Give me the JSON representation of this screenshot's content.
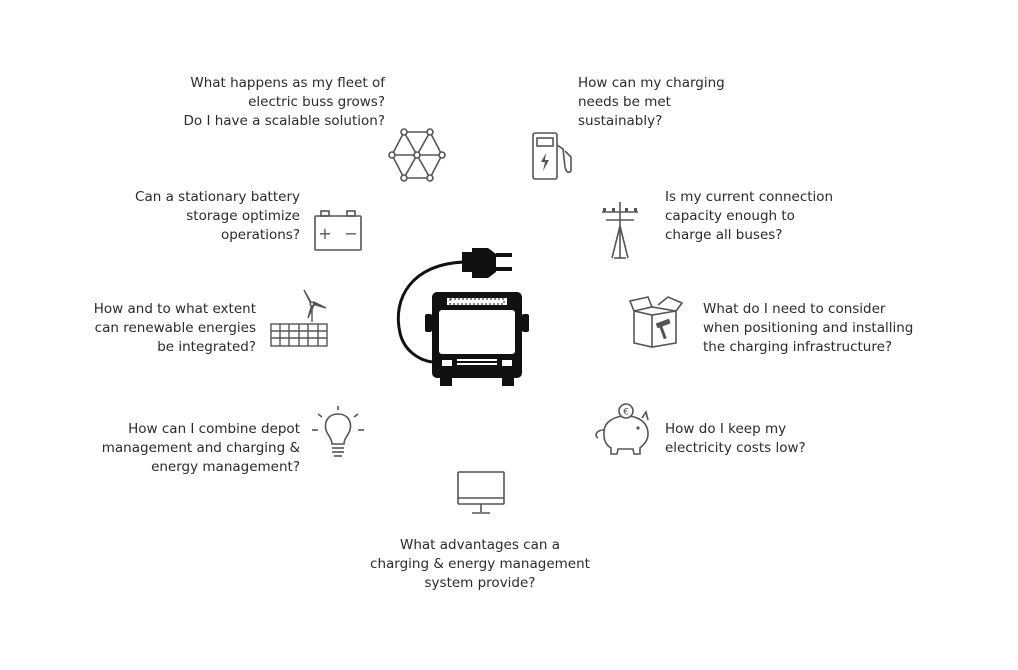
{
  "questions": {
    "fleet": "What happens as my fleet of\nelectric buss grows?\nDo I have a scalable solution?",
    "charging_needs": "How can my charging\nneeds be met\nsustainably?",
    "battery": "Can a stationary battery\nstorage optimize\noperations?",
    "connection": "Is my current connection\ncapacity enough to\ncharge all buses?",
    "renewable": "How and to what extent\ncan renewable energies\nbe integrated?",
    "positioning": "What do I need to consider\nwhen positioning and installing\nthe charging infrastructure?",
    "depot": "How can I combine depot\nmanagement and charging &\nenergy management?",
    "costs": "How do I keep my\nelectricity costs low?",
    "advantages": "What advantages can a\ncharging & energy management\nsystem provide?"
  },
  "icons": {
    "center": "electric-bus-with-plug-icon",
    "fleet": "network-hexagon-icon",
    "charging_needs": "fuel-pump-icon",
    "battery": "battery-icon",
    "connection": "power-pole-icon",
    "renewable": "wind-turbine-solar-panel-icon",
    "positioning": "box-with-hammer-icon",
    "depot": "lightbulb-icon",
    "costs": "piggy-bank-icon",
    "advantages": "monitor-icon"
  },
  "battery_terminals": {
    "plus": "+",
    "minus": "−"
  },
  "coin_symbol": "€",
  "colors": {
    "text": "#2b2b2b",
    "icon": "#555555",
    "bus": "#111111"
  }
}
